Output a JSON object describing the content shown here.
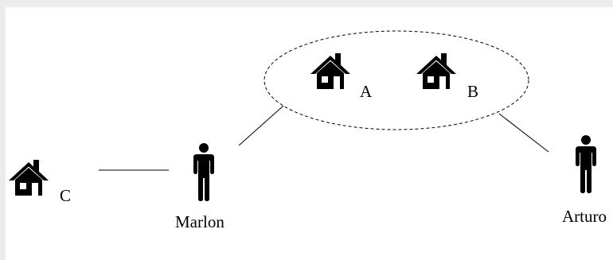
{
  "houses": [
    {
      "id": "A",
      "label": "A"
    },
    {
      "id": "B",
      "label": "B"
    },
    {
      "id": "C",
      "label": "C"
    }
  ],
  "people": [
    {
      "id": "marlon",
      "name": "Marlon"
    },
    {
      "id": "arturo",
      "name": "Arturo"
    }
  ],
  "colors": {
    "ink": "#000000",
    "background": "#ffffff",
    "frame": "#ececec"
  }
}
